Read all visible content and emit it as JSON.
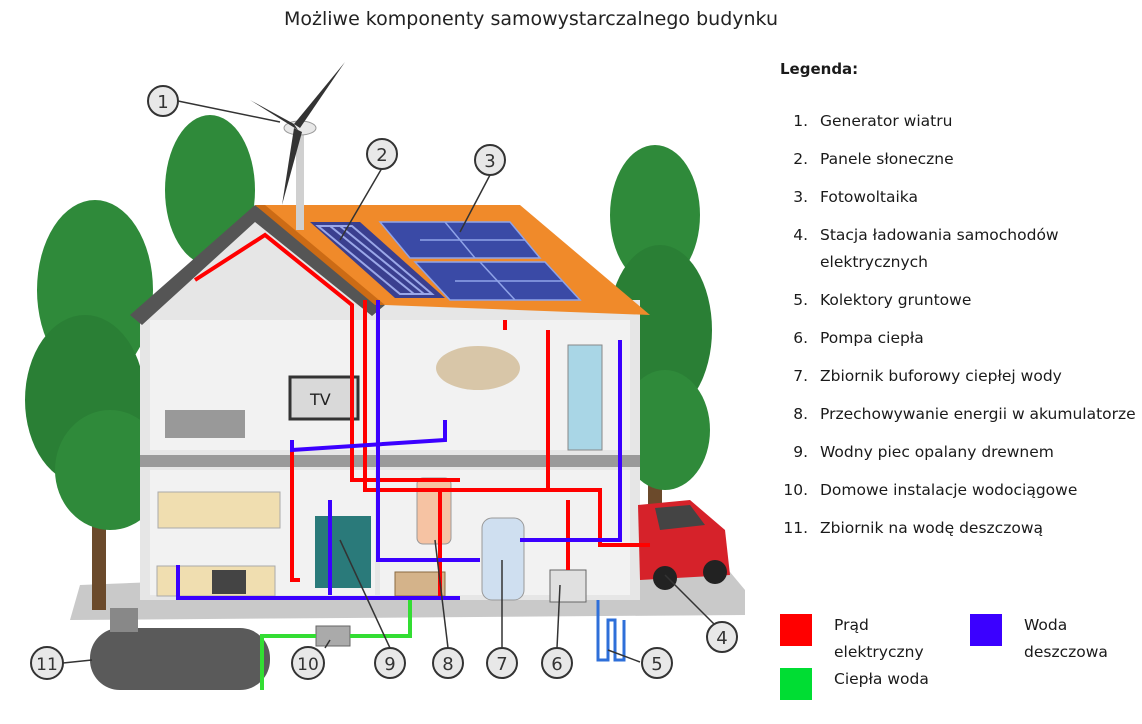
{
  "title": "Możliwe komponenty samowystarczalnego budynku",
  "legend": {
    "heading": "Legenda:",
    "items": [
      {
        "num": "1.",
        "text": "Generator wiatru"
      },
      {
        "num": "2.",
        "text": "Panele słoneczne"
      },
      {
        "num": "3.",
        "text": "Fotowoltaika"
      },
      {
        "num": "4.",
        "text": "Stacja ładowania samochodów elektrycznych"
      },
      {
        "num": "5.",
        "text": "Kolektory gruntowe"
      },
      {
        "num": "6.",
        "text": "Pompa ciepła"
      },
      {
        "num": "7.",
        "text": "Zbiornik buforowy ciepłej wody"
      },
      {
        "num": "8.",
        "text": "Przechowywanie energii w akumulatorze"
      },
      {
        "num": "9.",
        "text": "Wodny piec opalany drewnem"
      },
      {
        "num": "10.",
        "text": "Domowe instalacje wodociągowe"
      },
      {
        "num": "11.",
        "text": "Zbiornik na wodę deszczową"
      }
    ]
  },
  "key": [
    {
      "label": "Prąd elektryczny",
      "color": "#ff0000"
    },
    {
      "label": "Woda deszczowa",
      "color": "#3b00ff"
    },
    {
      "label": "Ciepła woda",
      "color": "#00dd33"
    }
  ],
  "callouts": [
    "1",
    "2",
    "3",
    "4",
    "5",
    "6",
    "7",
    "8",
    "9",
    "10",
    "11"
  ],
  "tv_label": "TV"
}
